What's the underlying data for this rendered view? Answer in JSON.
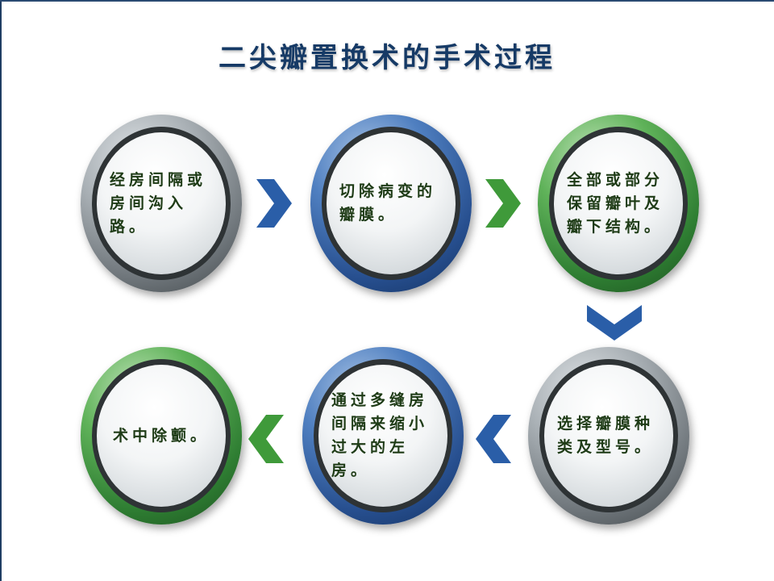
{
  "title": "二尖瓣置换术的手术过程",
  "steps": [
    {
      "text": "经房间隔或房间沟入路。",
      "ring_color": "gray"
    },
    {
      "text": "切除病变的瓣膜。",
      "ring_color": "blue"
    },
    {
      "text": "全部或部分保留瓣叶及瓣下结构。",
      "ring_color": "green"
    },
    {
      "text": "选择瓣膜种类及型号。",
      "ring_color": "gray"
    },
    {
      "text": "通过多缝房间隔来缩小过大的左房。",
      "ring_color": "blue"
    },
    {
      "text": "术中除颤。",
      "ring_color": "green"
    }
  ],
  "colors": {
    "title": "#163a66",
    "arrow_blue": "#2a5ea8",
    "arrow_green": "#3f9a3a",
    "text": "#1e3b16"
  },
  "arrows": [
    {
      "icon": "chevron-right-icon",
      "color": "blue"
    },
    {
      "icon": "chevron-right-icon",
      "color": "green"
    },
    {
      "icon": "chevron-down-icon",
      "color": "blue"
    },
    {
      "icon": "chevron-left-icon",
      "color": "blue"
    },
    {
      "icon": "chevron-left-icon",
      "color": "green"
    }
  ]
}
